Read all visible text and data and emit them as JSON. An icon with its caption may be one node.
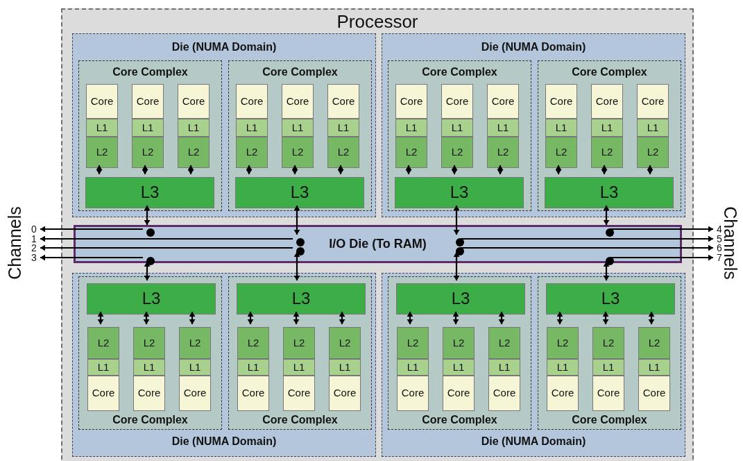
{
  "diagram": {
    "nodes": [
      {
        "text": [
          "Processor"
        ]
      },
      {
        "text": [
          "Die (NUMA Domain)"
        ],
        "in": 0
      },
      {
        "text": [
          "Core Complex"
        ],
        "in": 1
      },
      {
        "text": [
          "Core"
        ],
        "in": 2
      },
      {
        "text": [
          "L1"
        ],
        "in": 2
      },
      {
        "text": [
          "L2"
        ],
        "in": 2
      },
      {
        "text": [
          "Core"
        ],
        "in": 2
      },
      {
        "text": [
          "L1"
        ],
        "in": 2
      },
      {
        "text": [
          "L2"
        ],
        "in": 2
      },
      {
        "text": [
          "Core"
        ],
        "in": 2
      },
      {
        "text": [
          "L1"
        ],
        "in": 2
      },
      {
        "text": [
          "L2"
        ],
        "in": 2
      },
      {
        "text": [
          "L3"
        ],
        "in": 2
      },
      {
        "text": [
          "Core Complex"
        ],
        "in": 1
      },
      {
        "text": [
          "Core"
        ],
        "in": 13
      },
      {
        "text": [
          "L1"
        ],
        "in": 13
      },
      {
        "text": [
          "L2"
        ],
        "in": 13
      },
      {
        "text": [
          "Core"
        ],
        "in": 13
      },
      {
        "text": [
          "L1"
        ],
        "in": 13
      },
      {
        "text": [
          "L2"
        ],
        "in": 13
      },
      {
        "text": [
          "Core"
        ],
        "in": 13
      },
      {
        "text": [
          "L1"
        ],
        "in": 13
      },
      {
        "text": [
          "L2"
        ],
        "in": 13
      },
      {
        "text": [
          "L3"
        ],
        "in": 13
      },
      {
        "text": [
          "Die (NUMA Domain)"
        ],
        "in": 0
      },
      {
        "text": [
          "Core Complex"
        ],
        "in": 24
      },
      {
        "text": [
          "Core"
        ],
        "in": 25
      },
      {
        "text": [
          "L1"
        ],
        "in": 25
      },
      {
        "text": [
          "L2"
        ],
        "in": 25
      },
      {
        "text": [
          "Core"
        ],
        "in": 25
      },
      {
        "text": [
          "L1"
        ],
        "in": 25
      },
      {
        "text": [
          "L2"
        ],
        "in": 25
      },
      {
        "text": [
          "Core"
        ],
        "in": 25
      },
      {
        "text": [
          "L1"
        ],
        "in": 25
      },
      {
        "text": [
          "L2"
        ],
        "in": 25
      },
      {
        "text": [
          "L3"
        ],
        "in": 25
      },
      {
        "text": [
          "Core Complex"
        ],
        "in": 24
      },
      {
        "text": [
          "Core"
        ],
        "in": 36
      },
      {
        "text": [
          "L1"
        ],
        "in": 36
      },
      {
        "text": [
          "L2"
        ],
        "in": 36
      },
      {
        "text": [
          "Core"
        ],
        "in": 36
      },
      {
        "text": [
          "L1"
        ],
        "in": 36
      },
      {
        "text": [
          "L2"
        ],
        "in": 36
      },
      {
        "text": [
          "Core"
        ],
        "in": 36
      },
      {
        "text": [
          "L1"
        ],
        "in": 36
      },
      {
        "text": [
          "L2"
        ],
        "in": 36
      },
      {
        "text": [
          "L3"
        ],
        "in": 36
      },
      {
        "text": [
          "I/O Die (To RAM)"
        ],
        "in": 0
      },
      {
        "text": [],
        "shape": "circle",
        "in": 47
      },
      {
        "text": [],
        "shape": "circle",
        "in": 47
      },
      {
        "text": [],
        "shape": "circle",
        "in": 47
      },
      {
        "text": [],
        "shape": "circle",
        "in": 47
      },
      {
        "text": [],
        "shape": "circle",
        "in": 47
      },
      {
        "text": [],
        "shape": "circle",
        "in": 47
      },
      {
        "text": [],
        "shape": "circle",
        "in": 47
      },
      {
        "text": [],
        "shape": "circle",
        "in": 47
      },
      {
        "text": [
          "0"
        ]
      },
      {
        "text": [
          "1"
        ]
      },
      {
        "text": [
          "2"
        ]
      },
      {
        "text": [
          "3"
        ]
      },
      {
        "text": [
          "4"
        ]
      },
      {
        "text": [
          "5"
        ]
      },
      {
        "text": [
          "6"
        ]
      },
      {
        "text": [
          "7"
        ]
      },
      {
        "text": [
          "Die (NUMA Domain)"
        ],
        "in": 0
      },
      {
        "text": [
          "Core Complex"
        ],
        "in": 64
      },
      {
        "text": [
          "L3"
        ],
        "in": 65
      },
      {
        "text": [
          "L2"
        ],
        "in": 65
      },
      {
        "text": [
          "L1"
        ],
        "in": 65
      },
      {
        "text": [
          "Core"
        ],
        "in": 65
      },
      {
        "text": [
          "L2"
        ],
        "in": 65
      },
      {
        "text": [
          "L1"
        ],
        "in": 65
      },
      {
        "text": [
          "Core"
        ],
        "in": 65
      },
      {
        "text": [
          "L2"
        ],
        "in": 65
      },
      {
        "text": [
          "L1"
        ],
        "in": 65
      },
      {
        "text": [
          "Core"
        ],
        "in": 65
      },
      {
        "text": [
          "Core Complex"
        ],
        "in": 64
      },
      {
        "text": [
          "L3"
        ],
        "in": 76
      },
      {
        "text": [
          "L2"
        ],
        "in": 76
      },
      {
        "text": [
          "L1"
        ],
        "in": 76
      },
      {
        "text": [
          "Core"
        ],
        "in": 76
      },
      {
        "text": [
          "L2"
        ],
        "in": 76
      },
      {
        "text": [
          "L1"
        ],
        "in": 76
      },
      {
        "text": [
          "Core"
        ],
        "in": 76
      },
      {
        "text": [
          "L2"
        ],
        "in": 76
      },
      {
        "text": [
          "L1"
        ],
        "in": 76
      },
      {
        "text": [
          "Core"
        ],
        "in": 76
      },
      {
        "text": [
          "Die (NUMA Domain)"
        ],
        "in": 0
      },
      {
        "text": [
          "Core Complex"
        ],
        "in": 87
      },
      {
        "text": [
          "L3"
        ],
        "in": 88
      },
      {
        "text": [
          "L2"
        ],
        "in": 88
      },
      {
        "text": [
          "L1"
        ],
        "in": 88
      },
      {
        "text": [
          "Core"
        ],
        "in": 88
      },
      {
        "text": [
          "L2"
        ],
        "in": 88
      },
      {
        "text": [
          "L1"
        ],
        "in": 88
      },
      {
        "text": [
          "Core"
        ],
        "in": 88
      },
      {
        "text": [
          "L2"
        ],
        "in": 88
      },
      {
        "text": [
          "L1"
        ],
        "in": 88
      },
      {
        "text": [
          "Core"
        ],
        "in": 88
      },
      {
        "text": [
          "Core Complex"
        ],
        "in": 87
      },
      {
        "text": [
          "L3"
        ],
        "in": 99
      },
      {
        "text": [
          "L2"
        ],
        "in": 99
      },
      {
        "text": [
          "L1"
        ],
        "in": 99
      },
      {
        "text": [
          "Core"
        ],
        "in": 99
      },
      {
        "text": [
          "L2"
        ],
        "in": 99
      },
      {
        "text": [
          "L1"
        ],
        "in": 99
      },
      {
        "text": [
          "Core"
        ],
        "in": 99
      },
      {
        "text": [
          "L2"
        ],
        "in": 99
      },
      {
        "text": [
          "L1"
        ],
        "in": 99
      },
      {
        "text": [
          "Core"
        ],
        "in": 99
      }
    ],
    "edges": [
      {
        "from": 5,
        "to": 12,
        "arrow": "both"
      },
      {
        "from": 8,
        "to": 12,
        "arrow": "both"
      },
      {
        "from": 11,
        "to": 12,
        "arrow": "both"
      },
      {
        "from": 16,
        "to": 23,
        "arrow": "both"
      },
      {
        "from": 19,
        "to": 23,
        "arrow": "both"
      },
      {
        "from": 22,
        "to": 23,
        "arrow": "both"
      },
      {
        "from": 28,
        "to": 35,
        "arrow": "both"
      },
      {
        "from": 31,
        "to": 35,
        "arrow": "both"
      },
      {
        "from": 34,
        "to": 35,
        "arrow": "both"
      },
      {
        "from": 39,
        "to": 46,
        "arrow": "both"
      },
      {
        "from": 42,
        "to": 46,
        "arrow": "both"
      },
      {
        "from": 45,
        "to": 46,
        "arrow": "both"
      },
      {
        "from": 12,
        "to": 48,
        "arrow": "both"
      },
      {
        "from": 23,
        "to": 49,
        "arrow": "both"
      },
      {
        "from": 35,
        "to": 53,
        "arrow": "both"
      },
      {
        "from": 46,
        "to": 52,
        "arrow": "both"
      },
      {
        "from": 48,
        "to": 56,
        "arrow": "to"
      },
      {
        "from": 49,
        "to": 57,
        "arrow": "to"
      },
      {
        "from": 50,
        "to": 58,
        "arrow": "to"
      },
      {
        "from": 51,
        "to": 59,
        "arrow": "to"
      },
      {
        "from": 52,
        "to": 60,
        "arrow": "to"
      },
      {
        "from": 53,
        "to": 61,
        "arrow": "to"
      },
      {
        "from": 54,
        "to": 62,
        "arrow": "to"
      },
      {
        "from": 55,
        "to": 63,
        "arrow": "to"
      },
      {
        "from": 66,
        "to": 51,
        "arrow": "both"
      },
      {
        "from": 77,
        "to": 50,
        "arrow": "both"
      },
      {
        "from": 89,
        "to": 54,
        "arrow": "both"
      },
      {
        "from": 100,
        "to": 55,
        "arrow": "both"
      },
      {
        "from": 66,
        "to": 67,
        "arrow": "both"
      },
      {
        "from": 66,
        "to": 70,
        "arrow": "both"
      },
      {
        "from": 66,
        "to": 73,
        "arrow": "both"
      },
      {
        "from": 77,
        "to": 78,
        "arrow": "both"
      },
      {
        "from": 77,
        "to": 81,
        "arrow": "both"
      },
      {
        "from": 77,
        "to": 84,
        "arrow": "both"
      },
      {
        "from": 89,
        "to": 90,
        "arrow": "both"
      },
      {
        "from": 89,
        "to": 93,
        "arrow": "both"
      },
      {
        "from": 89,
        "to": 96,
        "arrow": "both"
      },
      {
        "from": 100,
        "to": 101,
        "arrow": "both"
      },
      {
        "from": 100,
        "to": 104,
        "arrow": "both"
      },
      {
        "from": 100,
        "to": 107,
        "arrow": "both"
      }
    ],
    "labels": [
      "Channels",
      "Channels"
    ]
  }
}
